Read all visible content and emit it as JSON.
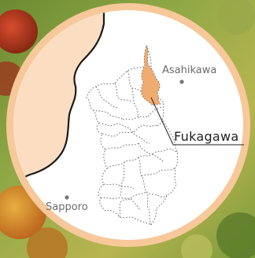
{
  "map": {
    "cities": [
      {
        "id": "asahikawa",
        "name": "Asahikawa"
      },
      {
        "id": "sapporo",
        "name": "Sapporo"
      }
    ],
    "highlight": {
      "name": "Fukagawa",
      "color": "#f0ab70"
    },
    "colors": {
      "frame": "#f6c89a",
      "land_outside": "#fbdec2",
      "inside": "#ffffff",
      "coast": "#1a1a1a",
      "borders": "#777777",
      "city_dot": "#777777"
    },
    "background": {
      "description_icon": "photo-background"
    }
  }
}
